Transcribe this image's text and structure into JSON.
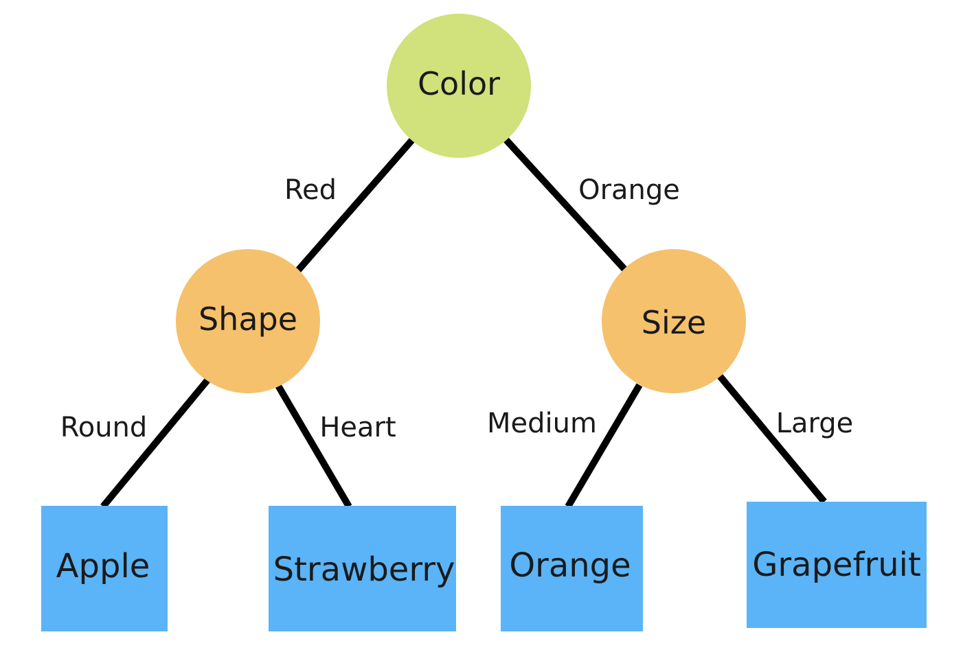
{
  "colors": {
    "root_fill": "#d1e17b",
    "decision_fill": "#f5c16c",
    "leaf_fill": "#5ab4f7",
    "edge_color": "#000000",
    "text_color": "#1a1a1a"
  },
  "tree": {
    "root": {
      "label": "Color"
    },
    "decisions": {
      "shape": {
        "label": "Shape"
      },
      "size": {
        "label": "Size"
      }
    },
    "edges": {
      "color_to_shape": "Red",
      "color_to_size": "Orange",
      "shape_to_apple": "Round",
      "shape_to_strawberry": "Heart",
      "size_to_orange": "Medium",
      "size_to_grapefruit": "Large"
    },
    "leaves": {
      "apple": "Apple",
      "strawberry": "Strawberry",
      "orange": "Orange",
      "grapefruit": "Grapefruit"
    }
  }
}
